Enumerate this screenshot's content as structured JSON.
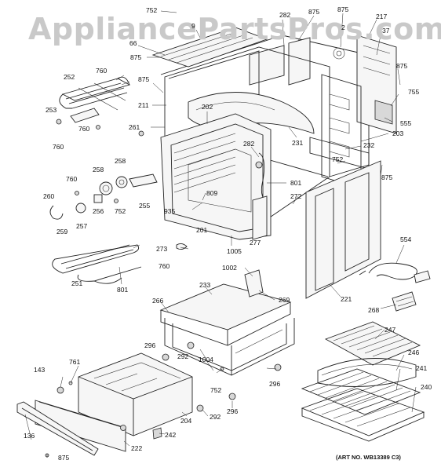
{
  "watermark": "AppliancePartsPros.com",
  "art_number": "(ART NO. WB13389 C3)",
  "callouts": [
    {
      "id": "c752a",
      "text": "752"
    },
    {
      "id": "c9",
      "text": "9"
    },
    {
      "id": "c282a",
      "text": "282"
    },
    {
      "id": "c875a",
      "text": "875"
    },
    {
      "id": "c875b",
      "text": "875"
    },
    {
      "id": "c217",
      "text": "217"
    },
    {
      "id": "c2",
      "text": "2"
    },
    {
      "id": "c37",
      "text": "37"
    },
    {
      "id": "c66",
      "text": "66"
    },
    {
      "id": "c875c",
      "text": "875"
    },
    {
      "id": "c760a",
      "text": "760"
    },
    {
      "id": "c252",
      "text": "252"
    },
    {
      "id": "c875d",
      "text": "875"
    },
    {
      "id": "c875e",
      "text": "875"
    },
    {
      "id": "c755",
      "text": "755"
    },
    {
      "id": "c211",
      "text": "211"
    },
    {
      "id": "c202",
      "text": "202"
    },
    {
      "id": "c253",
      "text": "253"
    },
    {
      "id": "c555",
      "text": "555"
    },
    {
      "id": "c203",
      "text": "203"
    },
    {
      "id": "c760b",
      "text": "760"
    },
    {
      "id": "c261",
      "text": "261"
    },
    {
      "id": "c231",
      "text": "231"
    },
    {
      "id": "c760c",
      "text": "760"
    },
    {
      "id": "c282b",
      "text": "282"
    },
    {
      "id": "c232",
      "text": "232"
    },
    {
      "id": "c752b",
      "text": "752"
    },
    {
      "id": "c258a",
      "text": "258"
    },
    {
      "id": "c258b",
      "text": "258"
    },
    {
      "id": "c760d",
      "text": "760"
    },
    {
      "id": "c801a",
      "text": "801"
    },
    {
      "id": "c875f",
      "text": "875"
    },
    {
      "id": "c260",
      "text": "260"
    },
    {
      "id": "c256",
      "text": "256"
    },
    {
      "id": "c752c",
      "text": "752"
    },
    {
      "id": "c255",
      "text": "255"
    },
    {
      "id": "c809",
      "text": "809"
    },
    {
      "id": "c935",
      "text": "935"
    },
    {
      "id": "c272",
      "text": "272"
    },
    {
      "id": "c259",
      "text": "259"
    },
    {
      "id": "c257",
      "text": "257"
    },
    {
      "id": "c201",
      "text": "201"
    },
    {
      "id": "c277",
      "text": "277"
    },
    {
      "id": "c554",
      "text": "554"
    },
    {
      "id": "c273",
      "text": "273"
    },
    {
      "id": "c1005",
      "text": "1005"
    },
    {
      "id": "c760e",
      "text": "760"
    },
    {
      "id": "c1002",
      "text": "1002"
    },
    {
      "id": "c251",
      "text": "251"
    },
    {
      "id": "c801b",
      "text": "801"
    },
    {
      "id": "c233",
      "text": "233"
    },
    {
      "id": "c269",
      "text": "269"
    },
    {
      "id": "c221",
      "text": "221"
    },
    {
      "id": "c266",
      "text": "266"
    },
    {
      "id": "c268",
      "text": "268"
    },
    {
      "id": "c247",
      "text": "247"
    },
    {
      "id": "c296a",
      "text": "296"
    },
    {
      "id": "c292a",
      "text": "292"
    },
    {
      "id": "c1004",
      "text": "1004"
    },
    {
      "id": "c761",
      "text": "761"
    },
    {
      "id": "c143",
      "text": "143"
    },
    {
      "id": "c246",
      "text": "246"
    },
    {
      "id": "c241",
      "text": "241"
    },
    {
      "id": "c296b",
      "text": "296"
    },
    {
      "id": "c752d",
      "text": "752"
    },
    {
      "id": "c240",
      "text": "240"
    },
    {
      "id": "c296c",
      "text": "296"
    },
    {
      "id": "c204",
      "text": "204"
    },
    {
      "id": "c292b",
      "text": "292"
    },
    {
      "id": "c136",
      "text": "136"
    },
    {
      "id": "c242",
      "text": "242"
    },
    {
      "id": "c222",
      "text": "222"
    },
    {
      "id": "c875g",
      "text": "875"
    }
  ]
}
